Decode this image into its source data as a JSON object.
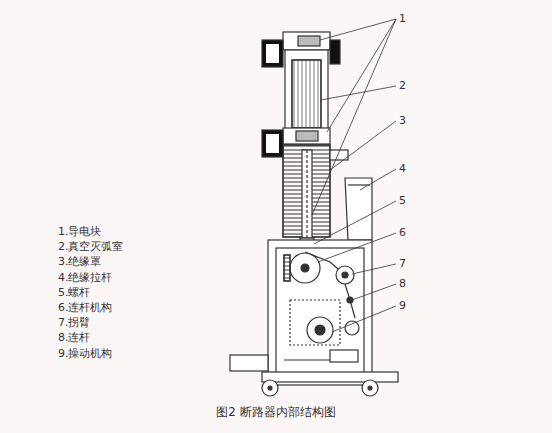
{
  "diagram": {
    "caption": "图2 断路器内部结构图",
    "labels": [
      "1",
      "2",
      "3",
      "4",
      "5",
      "6",
      "7",
      "8",
      "9",
      "1.导电块",
      "2.真空灭弧室",
      "3.绝缘罩",
      "4.绝缘拉杆",
      "5.螺杆",
      "6.连杆机构",
      "7.拐臂",
      "8.连杆",
      "9.操动机构"
    ]
  }
}
